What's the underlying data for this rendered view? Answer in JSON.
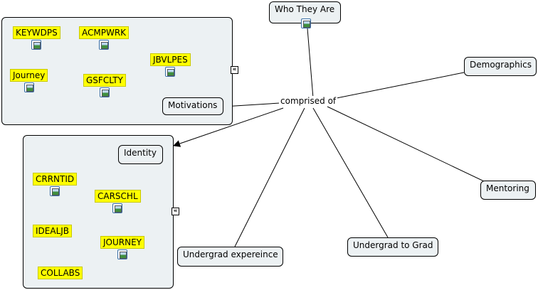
{
  "center": {
    "label": "comprised of"
  },
  "nodes": {
    "who": "Who They Are",
    "demographics": "Demographics",
    "motivations": "Motivations",
    "identity": "Identity",
    "mentoring": "Mentoring",
    "undergrad_to_grad": "Undergrad to Grad",
    "undergrad_experience": "Undergrad expereince"
  },
  "motivations_group": {
    "tags": [
      "KEYWDPS",
      "ACMPWRK",
      "JBVLPES",
      "Journey",
      "GSFCLTY"
    ]
  },
  "identity_group": {
    "tags": [
      "CRRNTID",
      "CARSCHL",
      "IDEALJB",
      "JOURNEY",
      "COLLABS"
    ]
  },
  "collapse_glyph": "«",
  "colors": {
    "node_bg": "#ecf1f3",
    "tag_bg": "#ffff00",
    "line": "#000000"
  }
}
